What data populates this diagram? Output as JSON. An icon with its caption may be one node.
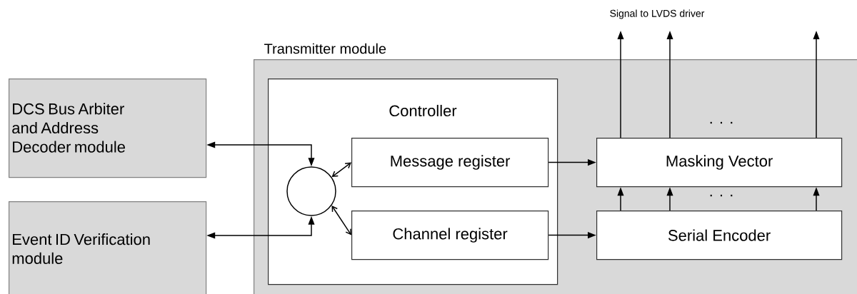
{
  "diagram": {
    "nodes": [
      {
        "text": [
          "Transmitter module"
        ]
      },
      {
        "text": [
          "Controller"
        ],
        "in": 0
      },
      {
        "text": [],
        "shape": "circle",
        "in": 1
      },
      {
        "text": [
          "Message register"
        ],
        "in": 1
      },
      {
        "text": [
          "Channel register"
        ],
        "in": 1
      },
      {
        "text": [
          "Masking Vector"
        ],
        "in": 0
      },
      {
        "text": [
          "Serial Encoder"
        ],
        "in": 0
      },
      {
        "text": [
          "DCS Bus Arbiter and Address Decoder module"
        ]
      },
      {
        "text": [
          "Event ID Verification module"
        ]
      }
    ],
    "edges": [
      {
        "from": 2,
        "to": 7,
        "arrow": "both"
      },
      {
        "from": 2,
        "to": 8,
        "arrow": "both"
      },
      {
        "from": 2,
        "to": 3,
        "arrow": "both"
      },
      {
        "from": 2,
        "to": 4,
        "arrow": "both"
      },
      {
        "from": 3,
        "to": 5,
        "arrow": "to"
      },
      {
        "from": 4,
        "to": 6,
        "arrow": "to"
      },
      {
        "from": 6,
        "to": 5,
        "arrow": "to"
      },
      {
        "from": 6,
        "to": 5,
        "arrow": "to"
      },
      {
        "from": 6,
        "to": 5,
        "arrow": "to"
      },
      {
        "from": 5,
        "to": null,
        "arrow": "to"
      },
      {
        "from": 5,
        "to": null,
        "arrow": "to"
      },
      {
        "from": 5,
        "to": null,
        "arrow": "to"
      }
    ],
    "labels": [
      "Signal to LVDS driver",
      ". . .",
      ". . ."
    ]
  }
}
